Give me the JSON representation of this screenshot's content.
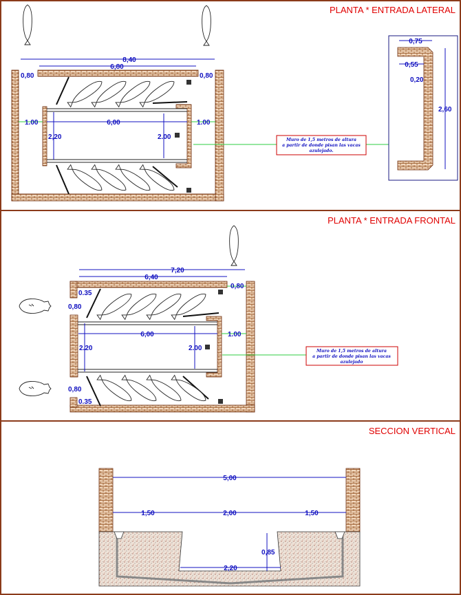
{
  "colors": {
    "frame": "#8b3a1a",
    "title": "#e00000",
    "dimension": "#1010c0",
    "leader": "#2ecc40",
    "brick": "#c8875a"
  },
  "section_lateral": {
    "title": "PLANTA * ENTRADA LATERAL",
    "dims": {
      "total": "8,40",
      "inner": "6,80",
      "gap_left": "0,80",
      "gap_right": "0,80",
      "side_left": "1.00",
      "side_right": "1.00",
      "length": "6,00",
      "width_outer": "2,20",
      "width_inner": "2.00"
    },
    "note": [
      "Muro de 1,5 metros de altura",
      "a partir de donde pisan las vacas",
      "azulejado."
    ],
    "detail": {
      "d1": "0,75",
      "d2": "0,55",
      "d3": "0,20",
      "d4": "2,60"
    }
  },
  "section_frontal": {
    "title": "PLANTA * ENTRADA FRONTAL",
    "dims": {
      "total": "7,20",
      "inner": "6,40",
      "gap_right": "0,80",
      "top_offset": "0.35",
      "entry_top": "0,80",
      "length": "6,00",
      "side_right": "1.00",
      "width_outer": "2.20",
      "width_inner": "2.00",
      "entry_bottom": "0,80",
      "bottom_offset": "0.35"
    },
    "note": [
      "Muro de 1,5 metros de altura",
      "a partir de donde pisan las vacas",
      "azulejado"
    ]
  },
  "section_vertical": {
    "title": "SECCION VERTICAL",
    "dims": {
      "total": "5,00",
      "left": "1,50",
      "center": "2,00",
      "right": "1,50",
      "depth": "0,85",
      "bottom": "2,20"
    }
  }
}
